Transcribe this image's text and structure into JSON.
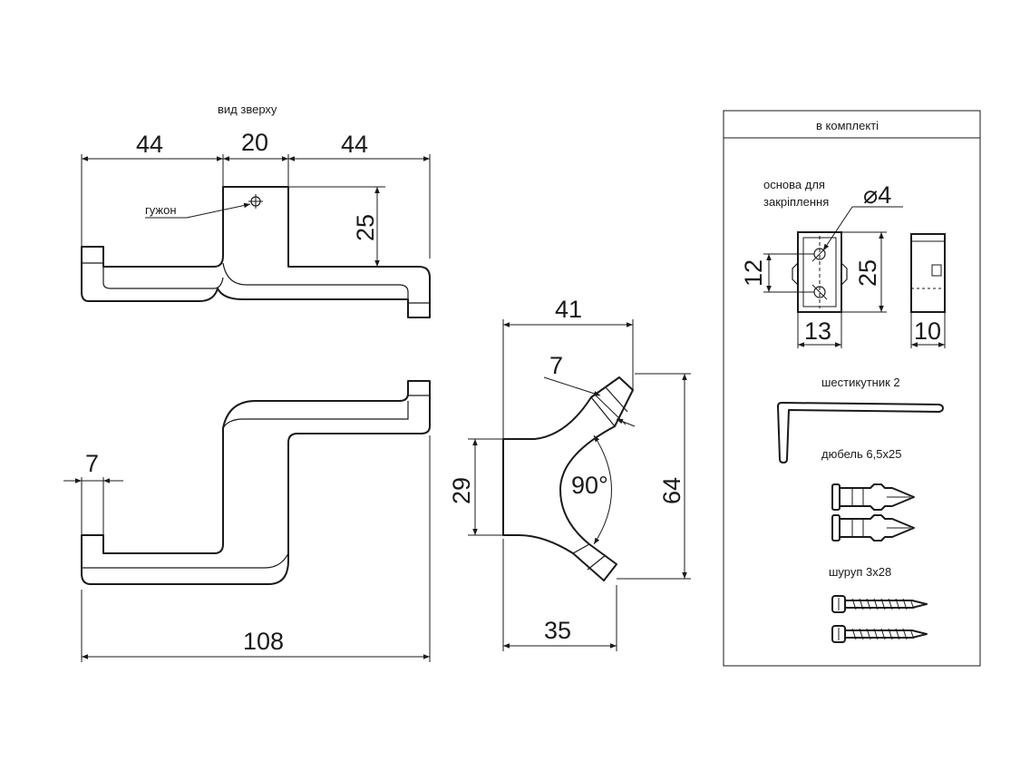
{
  "labels": {
    "top_view": "вид зверху",
    "stud": "гужон",
    "kit_title": "в комплекті",
    "mount_base_line1": "основа для",
    "mount_base_line2": "закріплення",
    "hex_key": "шестикутник 2",
    "dowel": "дюбель 6,5х25",
    "screw": "шуруп 3х28"
  },
  "dims": {
    "top_left": "44",
    "top_mid": "20",
    "top_right": "44",
    "top_height": "25",
    "front_offset": "7",
    "front_total": "108",
    "side_top": "41",
    "side_arm": "7",
    "side_angle": "90°",
    "side_left": "29",
    "side_right": "64",
    "side_bottom": "35",
    "kit_diam": "⌀4",
    "kit_h12": "12",
    "kit_h25": "25",
    "kit_w13": "13",
    "kit_w10": "10"
  }
}
